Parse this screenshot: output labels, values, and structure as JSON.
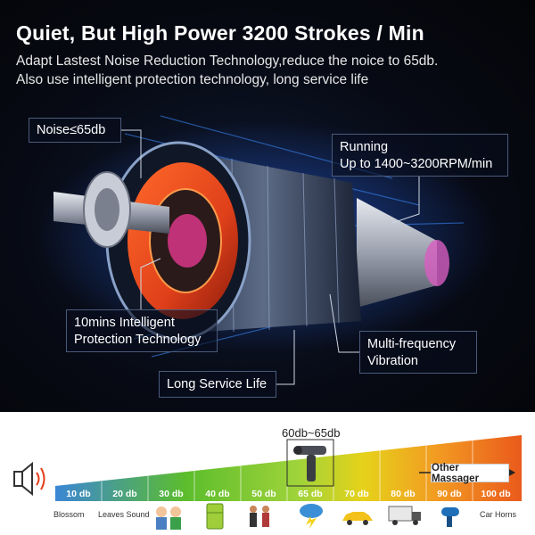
{
  "header": {
    "title": "Quiet, But High Power 3200 Strokes / Min",
    "subtitle_lines": [
      "Adapt Lastest Noise Reduction Technology,reduce the noice to 65db.",
      "Also use intelligent protection technology, long service life"
    ]
  },
  "callouts": {
    "noise": "Noise≤65db",
    "running_line1": "Running",
    "running_line2": "Up to 1400~3200RPM/min",
    "protection_line1": "10mins Intelligent",
    "protection_line2": "Protection Technology",
    "multi_line1": "Multi-frequency",
    "multi_line2": "Vibration",
    "life": "Long Service Life"
  },
  "scale": {
    "product_range": "60db~65db",
    "other_massager": "Other Massager",
    "levels": [
      "10 db",
      "20 db",
      "30 db",
      "40 db",
      "50 db",
      "65 db",
      "70 db",
      "80 db",
      "90 db",
      "100 db"
    ],
    "bottom_labels": {
      "blossom": "Blossom",
      "leaves": "Leaves Sound",
      "car_horns": "Car Horns"
    },
    "colors": {
      "low": "#2f6fc7",
      "mid_green": "#5cbd2c",
      "yellow": "#e6d21a",
      "orange": "#f29a22",
      "red": "#ea5a1c"
    }
  },
  "icons": [
    "speaker-icon",
    "sound-waves-icon",
    "massage-gun-icon",
    "people-talking-icon",
    "refrigerator-icon",
    "crowd-icon",
    "storm-icon",
    "car-icon",
    "truck-icon",
    "hair-dryer-icon"
  ]
}
